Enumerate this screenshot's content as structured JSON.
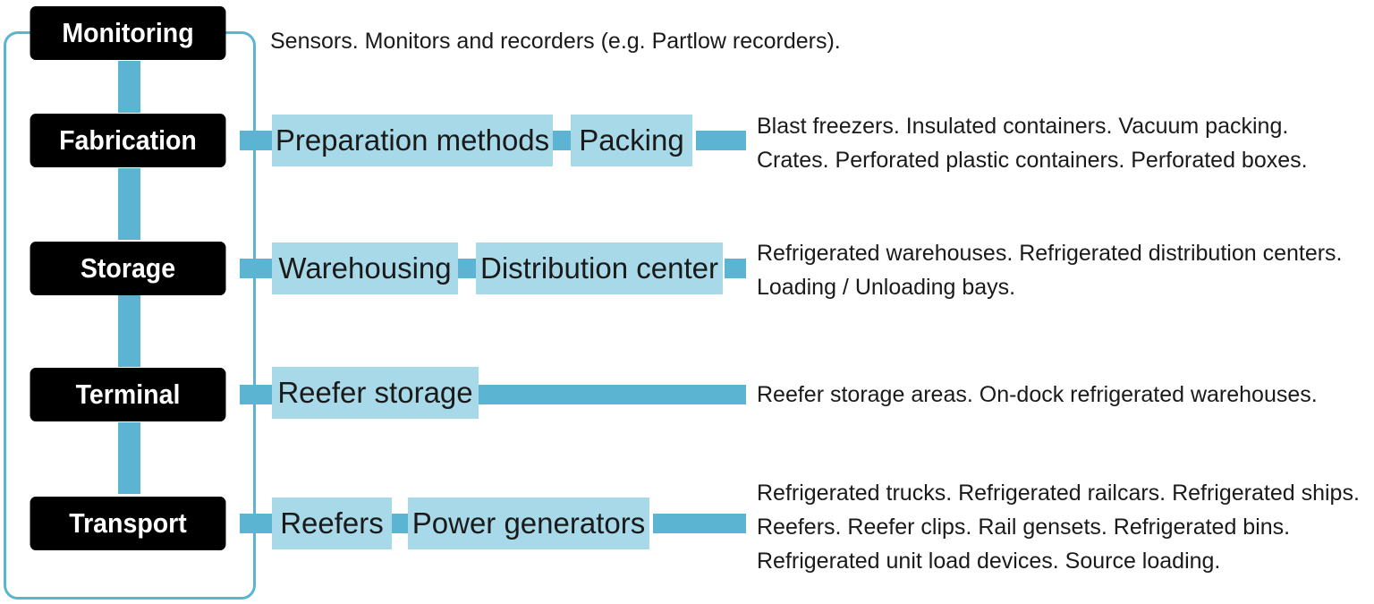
{
  "stages": {
    "monitoring": "Monitoring",
    "fabrication": "Fabrication",
    "storage": "Storage",
    "terminal": "Terminal",
    "transport": "Transport"
  },
  "monitoring_desc": "Sensors. Monitors and recorders (e.g. Partlow recorders).",
  "fabrication": {
    "boxes": [
      "Preparation methods",
      "Packing"
    ],
    "desc": [
      "Blast freezers. Insulated containers. Vacuum packing.",
      "Crates. Perforated plastic containers. Perforated boxes."
    ]
  },
  "storage": {
    "boxes": [
      "Warehousing",
      "Distribution center"
    ],
    "desc": [
      "Refrigerated warehouses. Refrigerated distribution centers.",
      "Loading / Unloading bays."
    ]
  },
  "terminal": {
    "boxes": [
      "Reefer storage"
    ],
    "desc": [
      "Reefer storage areas. On-dock refrigerated warehouses."
    ]
  },
  "transport": {
    "boxes": [
      "Reefers",
      "Power generators"
    ],
    "desc": [
      "Refrigerated trucks. Refrigerated railcars. Refrigerated ships.",
      "Reefers. Reefer clips. Rail gensets. Refrigerated bins.",
      "Refrigerated unit load devices. Source loading."
    ]
  },
  "colors": {
    "stage_bg": "#000000",
    "connector": "#5ab4d2",
    "box_bg": "#a8d9e9"
  }
}
